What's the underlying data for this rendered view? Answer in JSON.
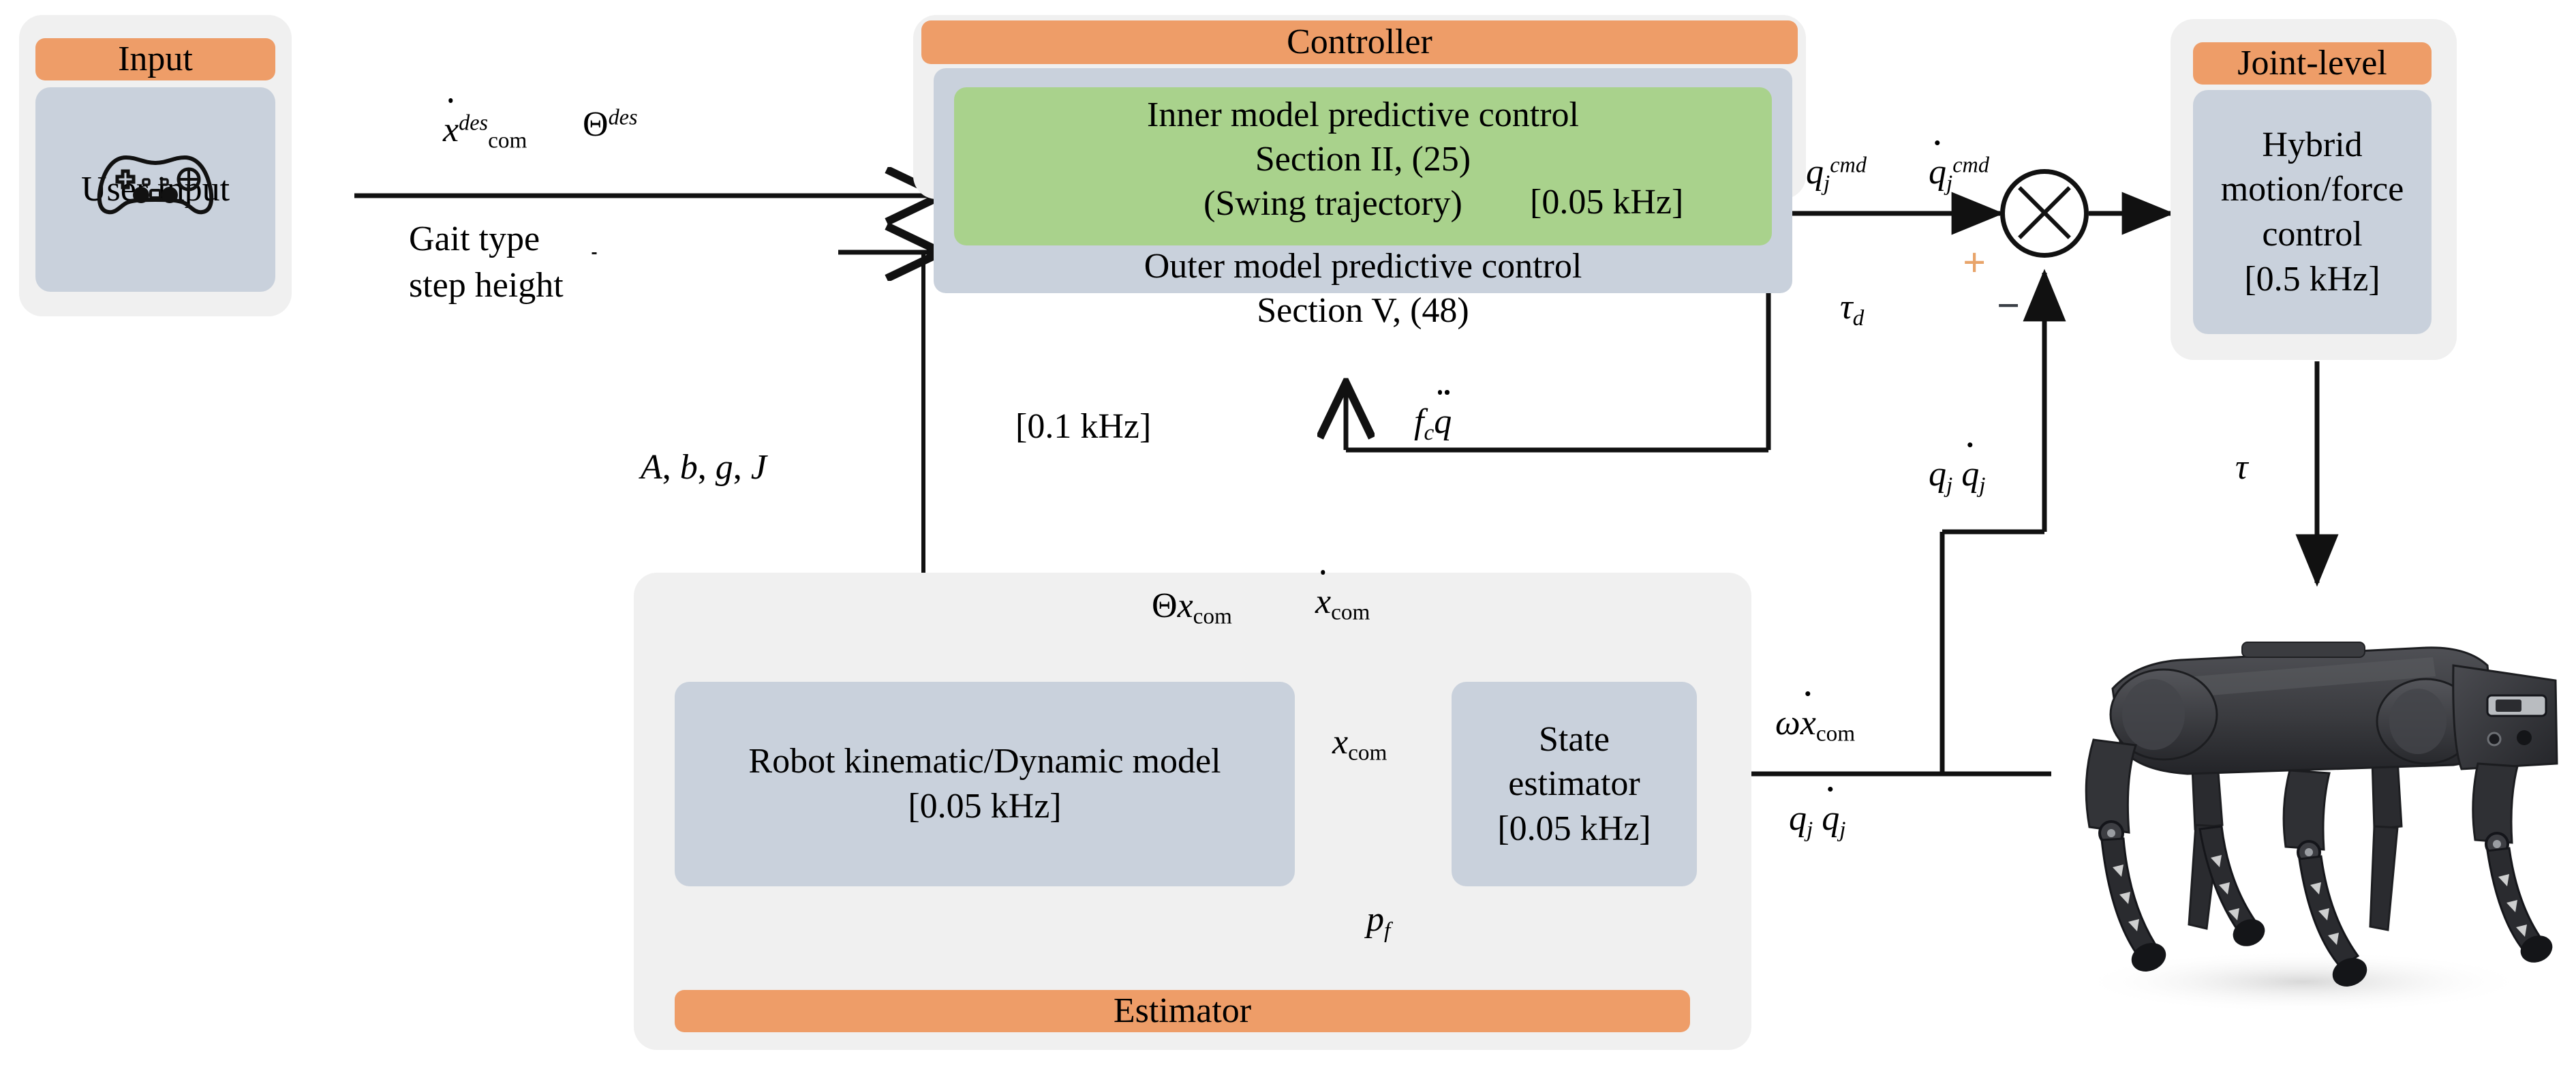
{
  "diagram": {
    "title": "Quadruped hierarchical MPC control block diagram",
    "colors": {
      "header_orange": "#ee9d68",
      "panel_blue_gray": "#c9d1dc",
      "inner_green": "#a9d28c",
      "group_background": "#f0f0f0",
      "wire_black": "#111111",
      "sign_plus": "#e8a46a",
      "sign_minus": "#3a3f46"
    }
  },
  "input_group": {
    "header": "Input",
    "icon": "gamepad-icon",
    "caption": "User input"
  },
  "controller_group": {
    "header": "Controller",
    "inner_block": {
      "line1": "Inner model predictive control",
      "line2": "Section II, (25)",
      "line3": "(Swing trajectory)",
      "rate": "[0.05 kHz]"
    },
    "outer_block": {
      "line1": "Outer model predictive control",
      "line2": "Section V, (48)"
    },
    "rate": "[0.1 kHz]"
  },
  "joint_level_group": {
    "header": "Joint-level",
    "line1": "Hybrid",
    "line2": "motion/force",
    "line3": "control",
    "rate": "[0.5 kHz]"
  },
  "estimator_group": {
    "header": "Estimator",
    "robot_model": {
      "line1": "Robot kinematic/Dynamic model",
      "rate": "[0.05 kHz]"
    },
    "state_estimator": {
      "line1": "State",
      "line2": "estimator",
      "rate": "[0.05 kHz]"
    }
  },
  "robot": {
    "name": "quadruped-robot-photo"
  },
  "signals": {
    "xdot_com_des": "ẋ_com^des",
    "theta_des": "Θ^des",
    "gait_type_line1": "Gait type",
    "gait_type_line2": "step height",
    "abgj": "A, b, g, J",
    "fc_qddot": "f_c q̈",
    "qj_cmd": "q_j^cmd",
    "qjdot_cmd": "q̇_j^cmd",
    "tau_d": "τ_d",
    "tau": "τ",
    "qj_qjdot_upper": "q_j q̇_j",
    "qj_qjdot_lower": "q_j q̇_j",
    "omega_xdot_com": "ω ẋ_com",
    "theta_x_com": "Θ x_com",
    "xdot_com": "ẋ_com",
    "x_com": "x_com",
    "p_f": "p_f",
    "sum_plus": "+",
    "sum_minus": "−"
  }
}
